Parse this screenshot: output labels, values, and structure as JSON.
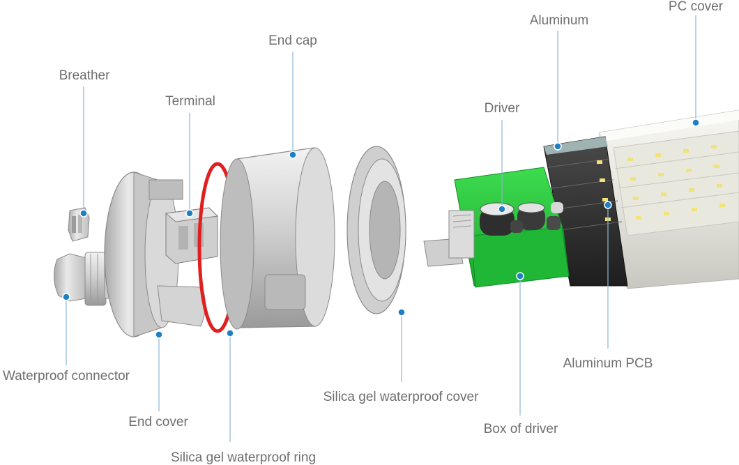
{
  "diagram": {
    "labels": {
      "pc_cover": "PC cover",
      "aluminum": "Aluminum",
      "end_cap": "End cap",
      "breather": "Breather",
      "terminal": "Terminal",
      "driver": "Driver",
      "waterproof_connector": "Waterproof connector",
      "end_cover": "End cover",
      "silica_gel_ring": "Silica gel waterproof ring",
      "silica_gel_cover": "Silica gel waterproof cover",
      "box_of_driver": "Box of driver",
      "aluminum_pcb": "Aluminum PCB"
    },
    "colors": {
      "leader_line": "#8bb6d6",
      "marker": "#1d7fc4",
      "label_text": "#6e6e6e",
      "driver_box": "#22c33a",
      "ring": "#e01f1f",
      "led_chip": "#f2e27a"
    }
  }
}
